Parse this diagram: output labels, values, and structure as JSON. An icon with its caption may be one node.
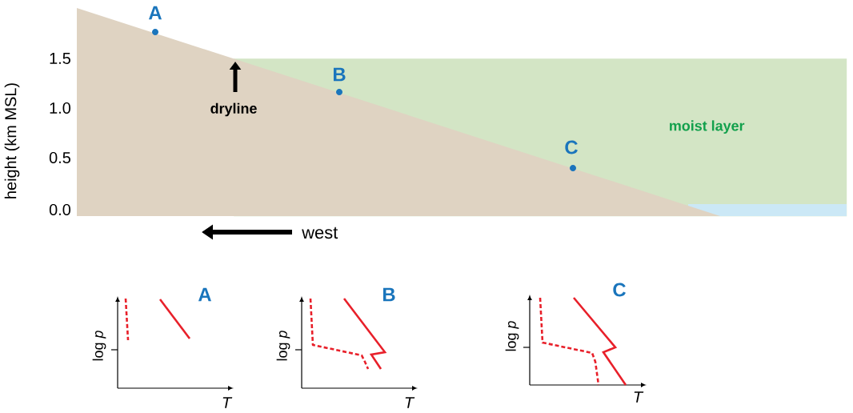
{
  "diagram": {
    "nodes": [
      {
        "text": [
          "moist layer"
        ]
      }
    ],
    "labels": [
      "A",
      "B",
      "C",
      "1.5",
      "1.0",
      "0.5",
      "0.0",
      "height (km MSL)",
      "dryline",
      "west",
      "A",
      "B",
      "C",
      "log *p*",
      "log *p*",
      "log *p*",
      "T",
      "T",
      "T"
    ]
  }
}
